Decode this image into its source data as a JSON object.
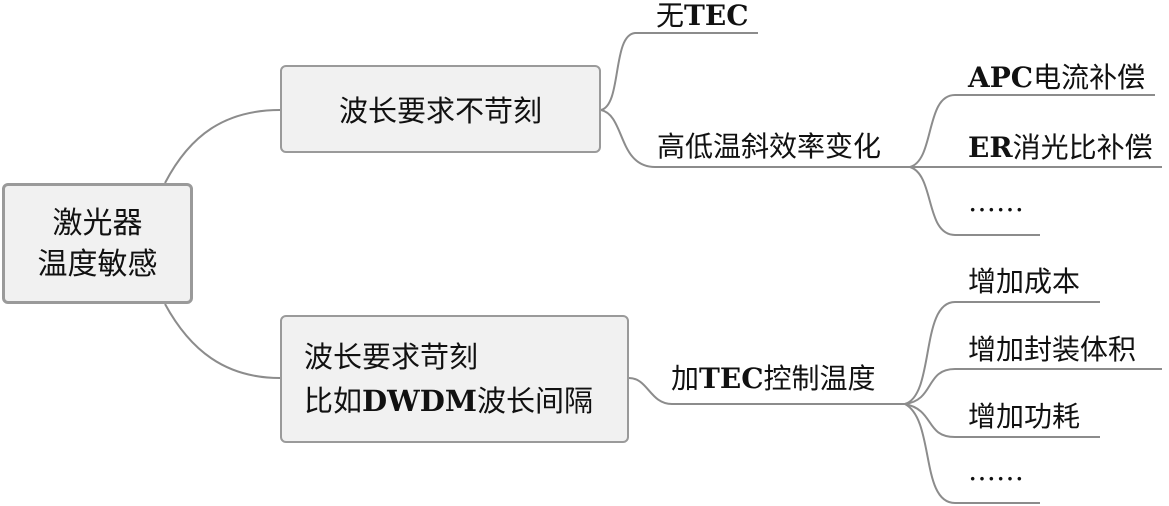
{
  "root": {
    "line1": "激光器",
    "line2": "温度敏感"
  },
  "branch_a": {
    "label": "波长要求不苛刻",
    "children": {
      "no_tec": {
        "latin": "",
        "text": "无TEC"
      },
      "slope": {
        "label": "高低温斜效率变化",
        "items": [
          "APC电流补偿",
          "ER消光比补偿",
          "……"
        ]
      }
    }
  },
  "branch_b": {
    "line1": "波长要求苛刻",
    "line2_prefix": "比如",
    "line2_bold": "DWDM",
    "line2_suffix": "波长间隔",
    "child": {
      "prefix": "加",
      "bold": "TEC",
      "suffix": "控制温度",
      "items": [
        "增加成本",
        "增加封装体积",
        "增加功耗",
        "……"
      ]
    }
  },
  "colors": {
    "line": "#8c8c8c",
    "box_fill": "#f1f1f1",
    "box_border": "#9a9a9a"
  }
}
